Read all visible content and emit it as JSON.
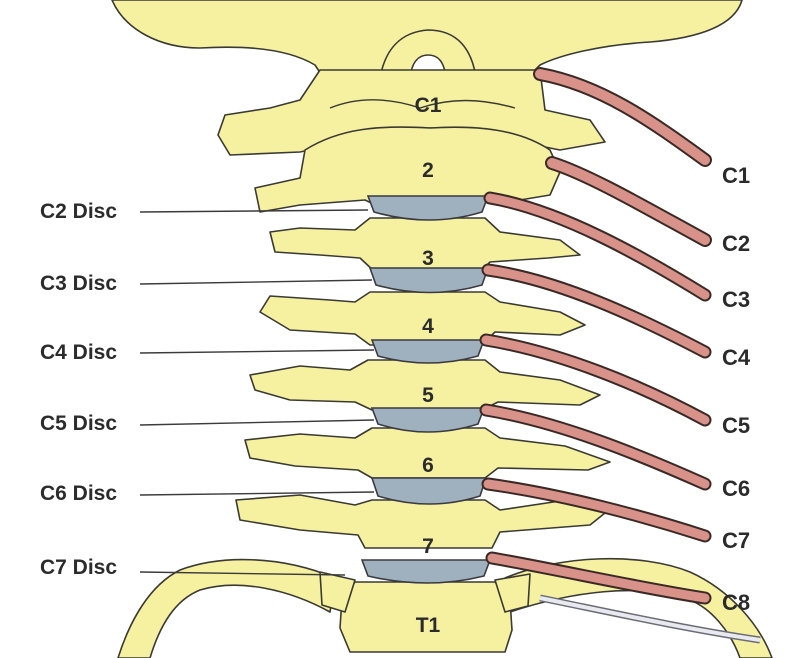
{
  "vertebrae": [
    "C1",
    "2",
    "3",
    "4",
    "5",
    "6",
    "7",
    "T1"
  ],
  "disc_labels": [
    "C2 Disc",
    "C3 Disc",
    "C4 Disc",
    "C5 Disc",
    "C6 Disc",
    "C7 Disc"
  ],
  "nerve_labels": [
    "C1",
    "C2",
    "C3",
    "C4",
    "C5",
    "C6",
    "C7",
    "C8"
  ],
  "colors": {
    "bone": "#f6f0a1",
    "disc": "#9fb1bf",
    "nerve": "#d8928a",
    "outline": "#3a3a32"
  }
}
